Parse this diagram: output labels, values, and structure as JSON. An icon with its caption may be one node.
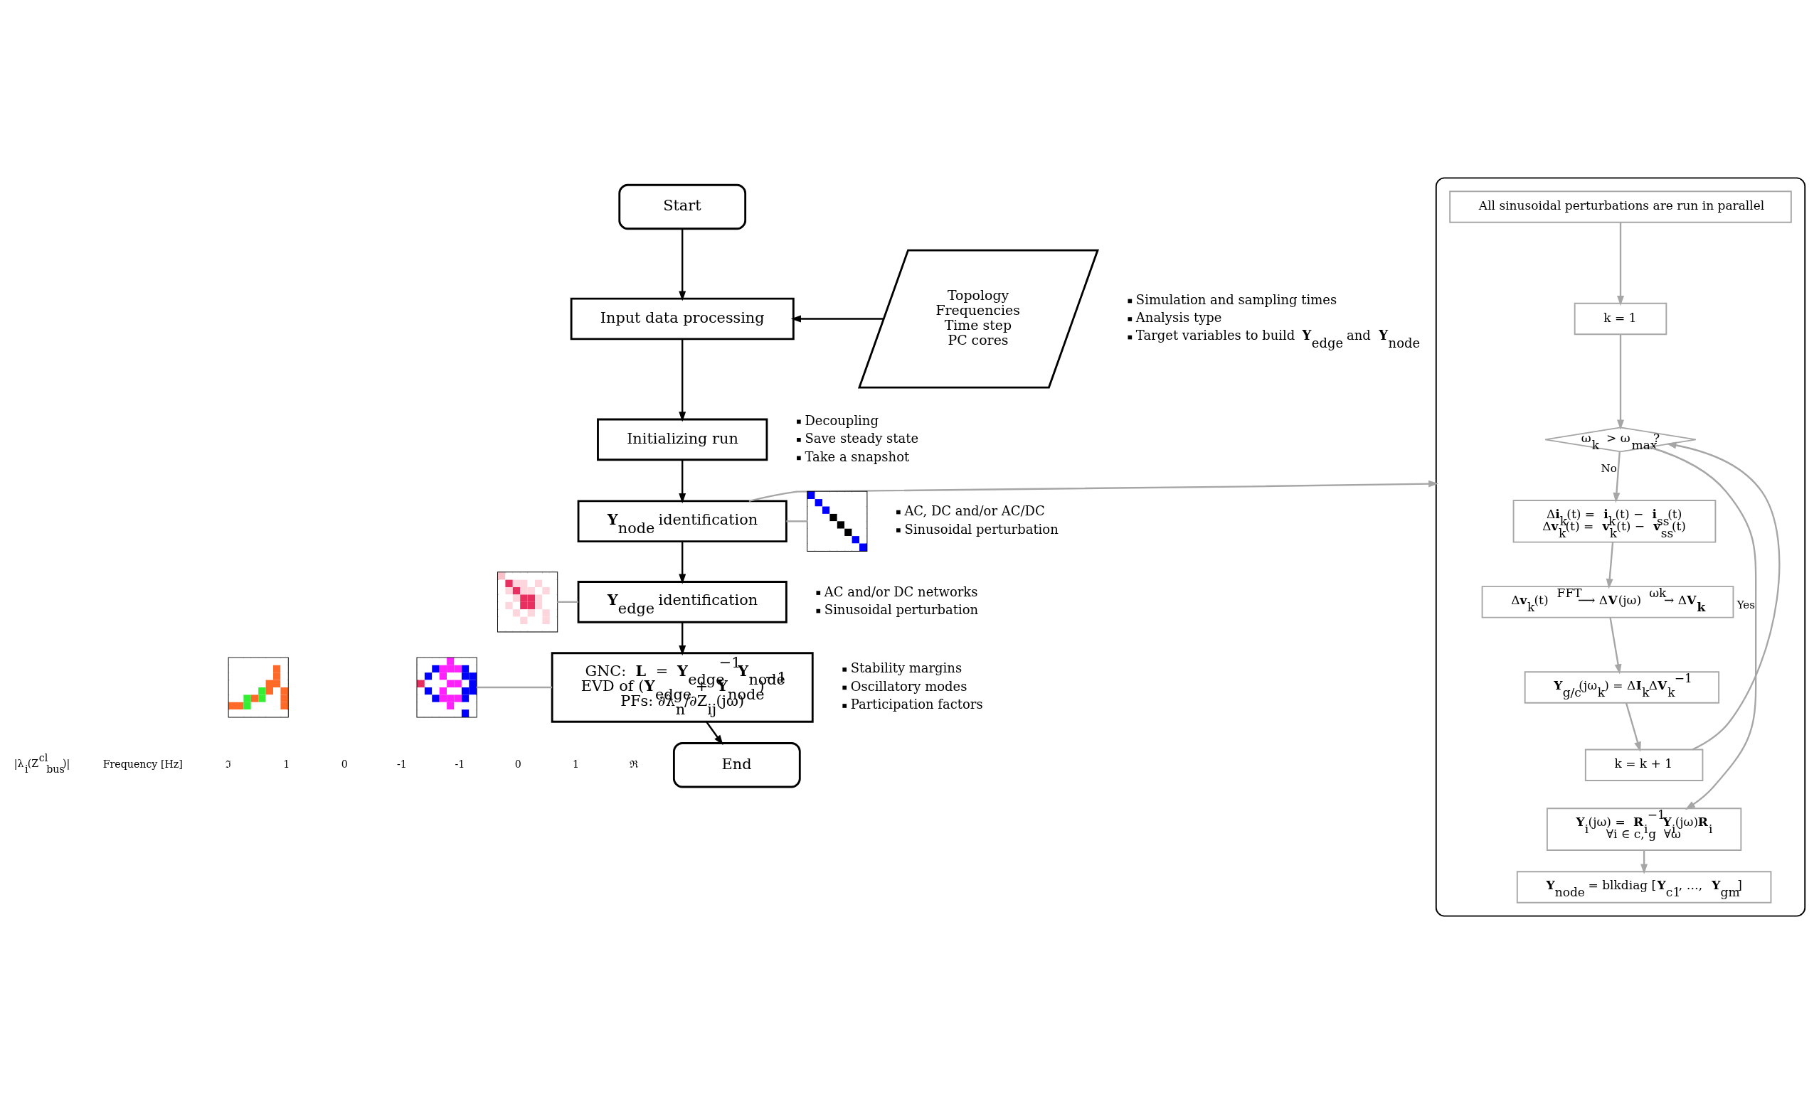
{
  "diagram": {
    "nodes": [
      {
        "text": [
          "Start"
        ]
      },
      {
        "text": [
          "Topology",
          "Frequencies",
          "Time step",
          "PC cores"
        ]
      },
      {
        "text": [
          "Input data processing"
        ],
        "beside": [
          "Simulation and sampling times",
          "Analysis type",
          "Target variables to build **Y**$_{edge}$ and **Y**$_{node}$"
        ]
      },
      {
        "text": [
          "Initializing run"
        ],
        "beside": [
          "Decoupling",
          "Save steady state",
          "Take a snapshot"
        ]
      },
      {
        "text": [
          "**Y**$_{node}$ identification"
        ],
        "beside": [
          "AC, DC and/or AC/DC",
          "Sinusoidal perturbation"
        ]
      },
      {
        "text": [
          "**Y**$_{edge}$ identification"
        ],
        "beside": [
          "AC and/or DC networks",
          "Sinusoidal perturbation"
        ]
      },
      {
        "text": [
          "GNC: **L** = **Y**$_{edge}$$^{−1}$**Y**$_{node}$",
          "EVD of (**Y**$_{edge}$ + **Y**$_{node}$)$^{−1}$",
          "PFs: ∂λ$_{n}$/∂Z$_{ij}$(jω)"
        ],
        "beside": [
          "Stability margins",
          "Oscillatory modes",
          "Participation factors"
        ]
      },
      {
        "text": [
          "End"
        ]
      },
      {
        "text": [],
        "shape": "picture"
      },
      {
        "text": [],
        "shape": "picture"
      },
      {
        "text": [],
        "shape": "picture"
      },
      {
        "text": [],
        "shape": "picture"
      },
      {
        "text": [],
        "shape": "box"
      },
      {
        "text": [
          "All sinusoidal perturbations are run in parallel"
        ],
        "in": 12
      },
      {
        "text": [
          "k = 1"
        ],
        "in": 12
      },
      {
        "text": [
          "ω$_{k}$ > ω$_{max}$?"
        ],
        "in": 12
      },
      {
        "text": [
          "Δ**i**$_{k}$(t) = **i**$_{k}$(t) − **i**$_{ss}$(t)",
          "Δ**v**$_{k}$(t) = **v**$_{k}$(t) − **v**$_{ss}$(t)"
        ],
        "in": 12
      },
      {
        "text": [
          "Δ**v**$_{k}$(t) $^{FFT}$⟶ Δ**V**(jω) $^{ωk}$→ Δ**V$_{k}$**"
        ],
        "in": 12
      },
      {
        "text": [
          "**Y**$_{g/c}$(jω$_{k}$) = Δ**I**$_{k}$Δ**V**$_{k}$$^{−1}$"
        ],
        "in": 12
      },
      {
        "text": [
          "k = k + 1"
        ],
        "in": 12
      },
      {
        "text": [
          "**Y**$_{i}$(jω) = **R**$_{i}$$^{−1}$**Y**$_{i}$(jω)**R**$_{i}$",
          "∀i ∈ c, g  ∀ω"
        ],
        "in": 12
      },
      {
        "text": [
          "**Y**$_{node}$ = blkdiag [**Y**$_{c1}$, …, **Y**$_{gm}$]"
        ],
        "in": 12
      }
    ],
    "edges": [
      {
        "from": 0,
        "to": 2,
        "arrow": "to",
        "color": "#000000"
      },
      {
        "from": 1,
        "to": 2,
        "arrow": "to",
        "color": "#000000"
      },
      {
        "from": 2,
        "to": 3,
        "arrow": "to",
        "color": "#000000"
      },
      {
        "from": 3,
        "to": 4,
        "arrow": "to",
        "color": "#000000"
      },
      {
        "from": 4,
        "to": 5,
        "arrow": "to",
        "color": "#000000"
      },
      {
        "from": 5,
        "to": 6,
        "arrow": "to",
        "color": "#000000"
      },
      {
        "from": 6,
        "to": 7,
        "arrow": "to",
        "color": "#000000"
      },
      {
        "from": 8,
        "to": 4,
        "arrow": "none"
      },
      {
        "from": 9,
        "to": 5,
        "arrow": "none"
      },
      {
        "from": 11,
        "to": 6,
        "arrow": "none"
      },
      {
        "from": 4,
        "to": 12,
        "arrow": "to"
      },
      {
        "from": 13,
        "to": 14,
        "arrow": "to"
      },
      {
        "from": 14,
        "to": 15,
        "arrow": "to"
      },
      {
        "from": 15,
        "to": 16,
        "arrow": "to",
        "label": "No"
      },
      {
        "from": 16,
        "to": 17,
        "arrow": "to"
      },
      {
        "from": 17,
        "to": 18,
        "arrow": "to"
      },
      {
        "from": 18,
        "to": 19,
        "arrow": "to"
      },
      {
        "from": 19,
        "to": 15,
        "arrow": "to"
      },
      {
        "from": 15,
        "to": 20,
        "arrow": "to",
        "label": "Yes"
      },
      {
        "from": 20,
        "to": 21,
        "arrow": "to"
      }
    ],
    "labels": [
      "|λ$_{i}$(Z$^{cl}$$_{bus}$)|",
      "Frequency [Hz]",
      "ℑ",
      "1",
      "0",
      "-1",
      "-1",
      "0",
      "1",
      "ℜ"
    ]
  }
}
